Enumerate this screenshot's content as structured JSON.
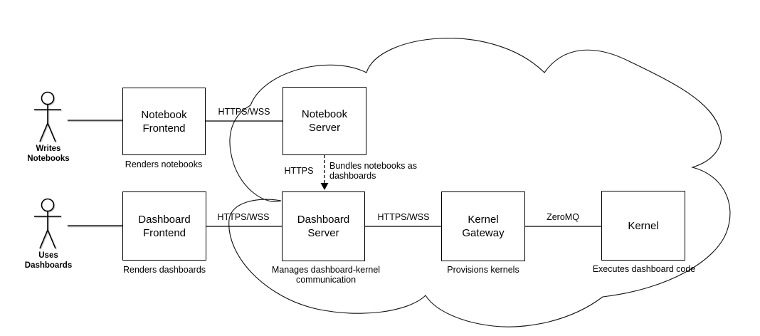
{
  "colors": {
    "background": "#ffffff",
    "line": "#000000",
    "text": "#000000"
  },
  "actors": [
    {
      "id": "actor-writes-notebooks",
      "label": "Writes\nNotebooks"
    },
    {
      "id": "actor-uses-dashboards",
      "label": "Uses\nDashboards"
    }
  ],
  "nodes": [
    {
      "id": "notebook-frontend",
      "title": "Notebook\nFrontend",
      "caption": "Renders notebooks"
    },
    {
      "id": "notebook-server",
      "title": "Notebook\nServer",
      "caption": ""
    },
    {
      "id": "dashboard-frontend",
      "title": "Dashboard\nFrontend",
      "caption": "Renders dashboards"
    },
    {
      "id": "dashboard-server",
      "title": "Dashboard\nServer",
      "caption": "Manages dashboard-kernel\ncommunication"
    },
    {
      "id": "kernel-gateway",
      "title": "Kernel\nGateway",
      "caption": "Provisions kernels"
    },
    {
      "id": "kernel",
      "title": "Kernel",
      "caption": "Executes dashboard code"
    }
  ],
  "edges": [
    {
      "from": "actor-writes-notebooks",
      "to": "notebook-frontend",
      "label": ""
    },
    {
      "from": "notebook-frontend",
      "to": "notebook-server",
      "label": "HTTPS/WSS"
    },
    {
      "from": "actor-uses-dashboards",
      "to": "dashboard-frontend",
      "label": ""
    },
    {
      "from": "dashboard-frontend",
      "to": "dashboard-server",
      "label": "HTTPS/WSS"
    },
    {
      "from": "dashboard-server",
      "to": "kernel-gateway",
      "label": "HTTPS/WSS"
    },
    {
      "from": "kernel-gateway",
      "to": "kernel",
      "label": "ZeroMQ"
    },
    {
      "from": "notebook-server",
      "to": "dashboard-server",
      "style": "dashed-arrow",
      "label": "HTTPS",
      "annotation": "Bundles notebooks as\ndashboards"
    }
  ],
  "cloud": {
    "meaning": "server-side boundary cloud"
  }
}
